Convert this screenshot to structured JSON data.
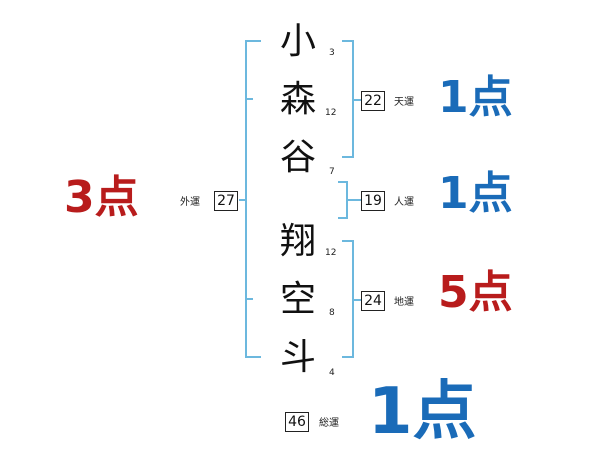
{
  "colors": {
    "bracket": "#6cb8de",
    "score_blue": "#1a6bb8",
    "score_red": "#b81c1c"
  },
  "name": {
    "surname": [
      {
        "char": "小",
        "strokes": "3"
      },
      {
        "char": "森",
        "strokes": "12"
      },
      {
        "char": "谷",
        "strokes": "7"
      }
    ],
    "given": [
      {
        "char": "翔",
        "strokes": "12"
      },
      {
        "char": "空",
        "strokes": "8"
      },
      {
        "char": "斗",
        "strokes": "4"
      }
    ]
  },
  "fortunes": {
    "gaiun": {
      "label": "外運",
      "value": "27",
      "score": "3点",
      "color": "#b81c1c"
    },
    "tenun": {
      "label": "天運",
      "value": "22",
      "score": "1点",
      "color": "#1a6bb8"
    },
    "jinun": {
      "label": "人運",
      "value": "19",
      "score": "1点",
      "color": "#1a6bb8"
    },
    "chiun": {
      "label": "地運",
      "value": "24",
      "score": "5点",
      "color": "#b81c1c"
    },
    "souun": {
      "label": "総運",
      "value": "46",
      "score": "1点",
      "color": "#1a6bb8"
    }
  }
}
